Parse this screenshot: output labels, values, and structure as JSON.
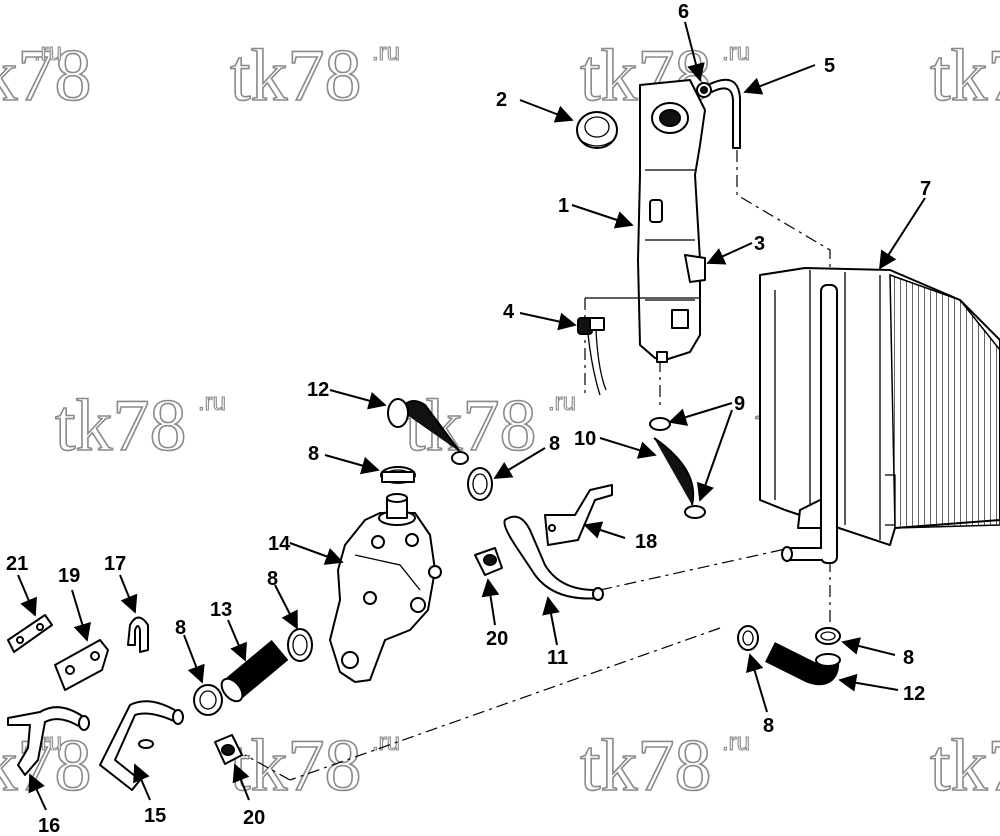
{
  "watermark": {
    "text": "tk78",
    "suffix": ".ru"
  },
  "callouts": [
    {
      "id": "c1",
      "label": "1"
    },
    {
      "id": "c2",
      "label": "2"
    },
    {
      "id": "c3",
      "label": "3"
    },
    {
      "id": "c4",
      "label": "4"
    },
    {
      "id": "c5",
      "label": "5"
    },
    {
      "id": "c6",
      "label": "6"
    },
    {
      "id": "c7",
      "label": "7"
    },
    {
      "id": "c8a",
      "label": "8"
    },
    {
      "id": "c8b",
      "label": "8"
    },
    {
      "id": "c8c",
      "label": "8"
    },
    {
      "id": "c8d",
      "label": "8"
    },
    {
      "id": "c8e",
      "label": "8"
    },
    {
      "id": "c8f",
      "label": "8"
    },
    {
      "id": "c9",
      "label": "9"
    },
    {
      "id": "c10",
      "label": "10"
    },
    {
      "id": "c11",
      "label": "11"
    },
    {
      "id": "c12a",
      "label": "12"
    },
    {
      "id": "c12b",
      "label": "12"
    },
    {
      "id": "c13",
      "label": "13"
    },
    {
      "id": "c14",
      "label": "14"
    },
    {
      "id": "c15",
      "label": "15"
    },
    {
      "id": "c16",
      "label": "16"
    },
    {
      "id": "c17",
      "label": "17"
    },
    {
      "id": "c18",
      "label": "18"
    },
    {
      "id": "c19",
      "label": "19"
    },
    {
      "id": "c20a",
      "label": "20"
    },
    {
      "id": "c20b",
      "label": "20"
    },
    {
      "id": "c21",
      "label": "21"
    }
  ]
}
